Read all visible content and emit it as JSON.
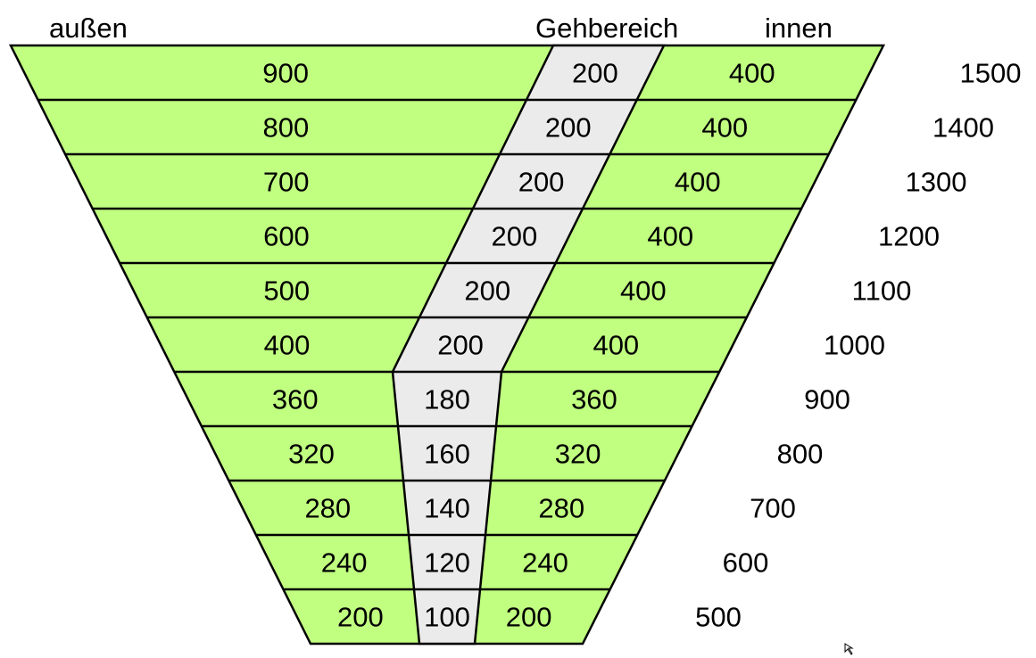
{
  "headers": {
    "outer": "außen",
    "walkway": "Gehbereich",
    "inner": "innen"
  },
  "colors": {
    "green": "#c0ff80",
    "gray": "#ebebeb",
    "line": "#000000"
  },
  "rows": [
    {
      "outer": "900",
      "walk": "200",
      "inner": "400",
      "total": "1500"
    },
    {
      "outer": "800",
      "walk": "200",
      "inner": "400",
      "total": "1400"
    },
    {
      "outer": "700",
      "walk": "200",
      "inner": "400",
      "total": "1300"
    },
    {
      "outer": "600",
      "walk": "200",
      "inner": "400",
      "total": "1200"
    },
    {
      "outer": "500",
      "walk": "200",
      "inner": "400",
      "total": "1100"
    },
    {
      "outer": "400",
      "walk": "200",
      "inner": "400",
      "total": "1000"
    },
    {
      "outer": "360",
      "walk": "180",
      "inner": "360",
      "total": "900"
    },
    {
      "outer": "320",
      "walk": "160",
      "inner": "320",
      "total": "800"
    },
    {
      "outer": "280",
      "walk": "140",
      "inner": "280",
      "total": "700"
    },
    {
      "outer": "240",
      "walk": "120",
      "inner": "240",
      "total": "600"
    },
    {
      "outer": "200",
      "walk": "100",
      "inner": "200",
      "total": "500"
    }
  ]
}
